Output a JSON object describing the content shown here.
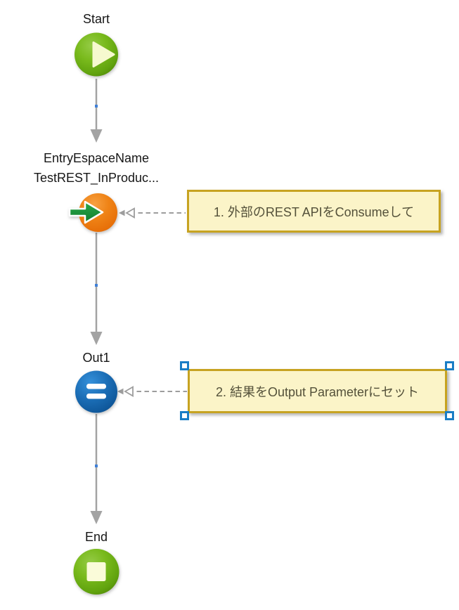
{
  "flow": {
    "start": {
      "label": "Start",
      "icon": "play-icon"
    },
    "action": {
      "label_line1": "EntryEspaceName",
      "label_line2": "TestREST_InProduc...",
      "icon": "consume-rest-arrow-icon"
    },
    "assign": {
      "label": "Out1",
      "icon": "equals-icon"
    },
    "end": {
      "label": "End",
      "icon": "stop-square-icon"
    }
  },
  "comments": {
    "comment1": {
      "text": "1. 外部のREST APIをConsumeして",
      "selected": false
    },
    "comment2": {
      "text": "2. 結果をOutput Parameterにセット",
      "selected": true
    }
  },
  "colors": {
    "start_end_green": "#6aad12",
    "action_orange": "#ee7d12",
    "assign_blue": "#1565ae",
    "arrow_green": "#1e9c3a",
    "comment_bg": "#fbf4c8",
    "comment_border": "#c7a321",
    "comment_text": "#54513a",
    "connector_gray": "#a0a0a0",
    "midpoint_dot_blue": "#3f80d8",
    "selection_handle_blue": "#1a7dc5",
    "node_glyph_cream": "#f6f9cf"
  }
}
